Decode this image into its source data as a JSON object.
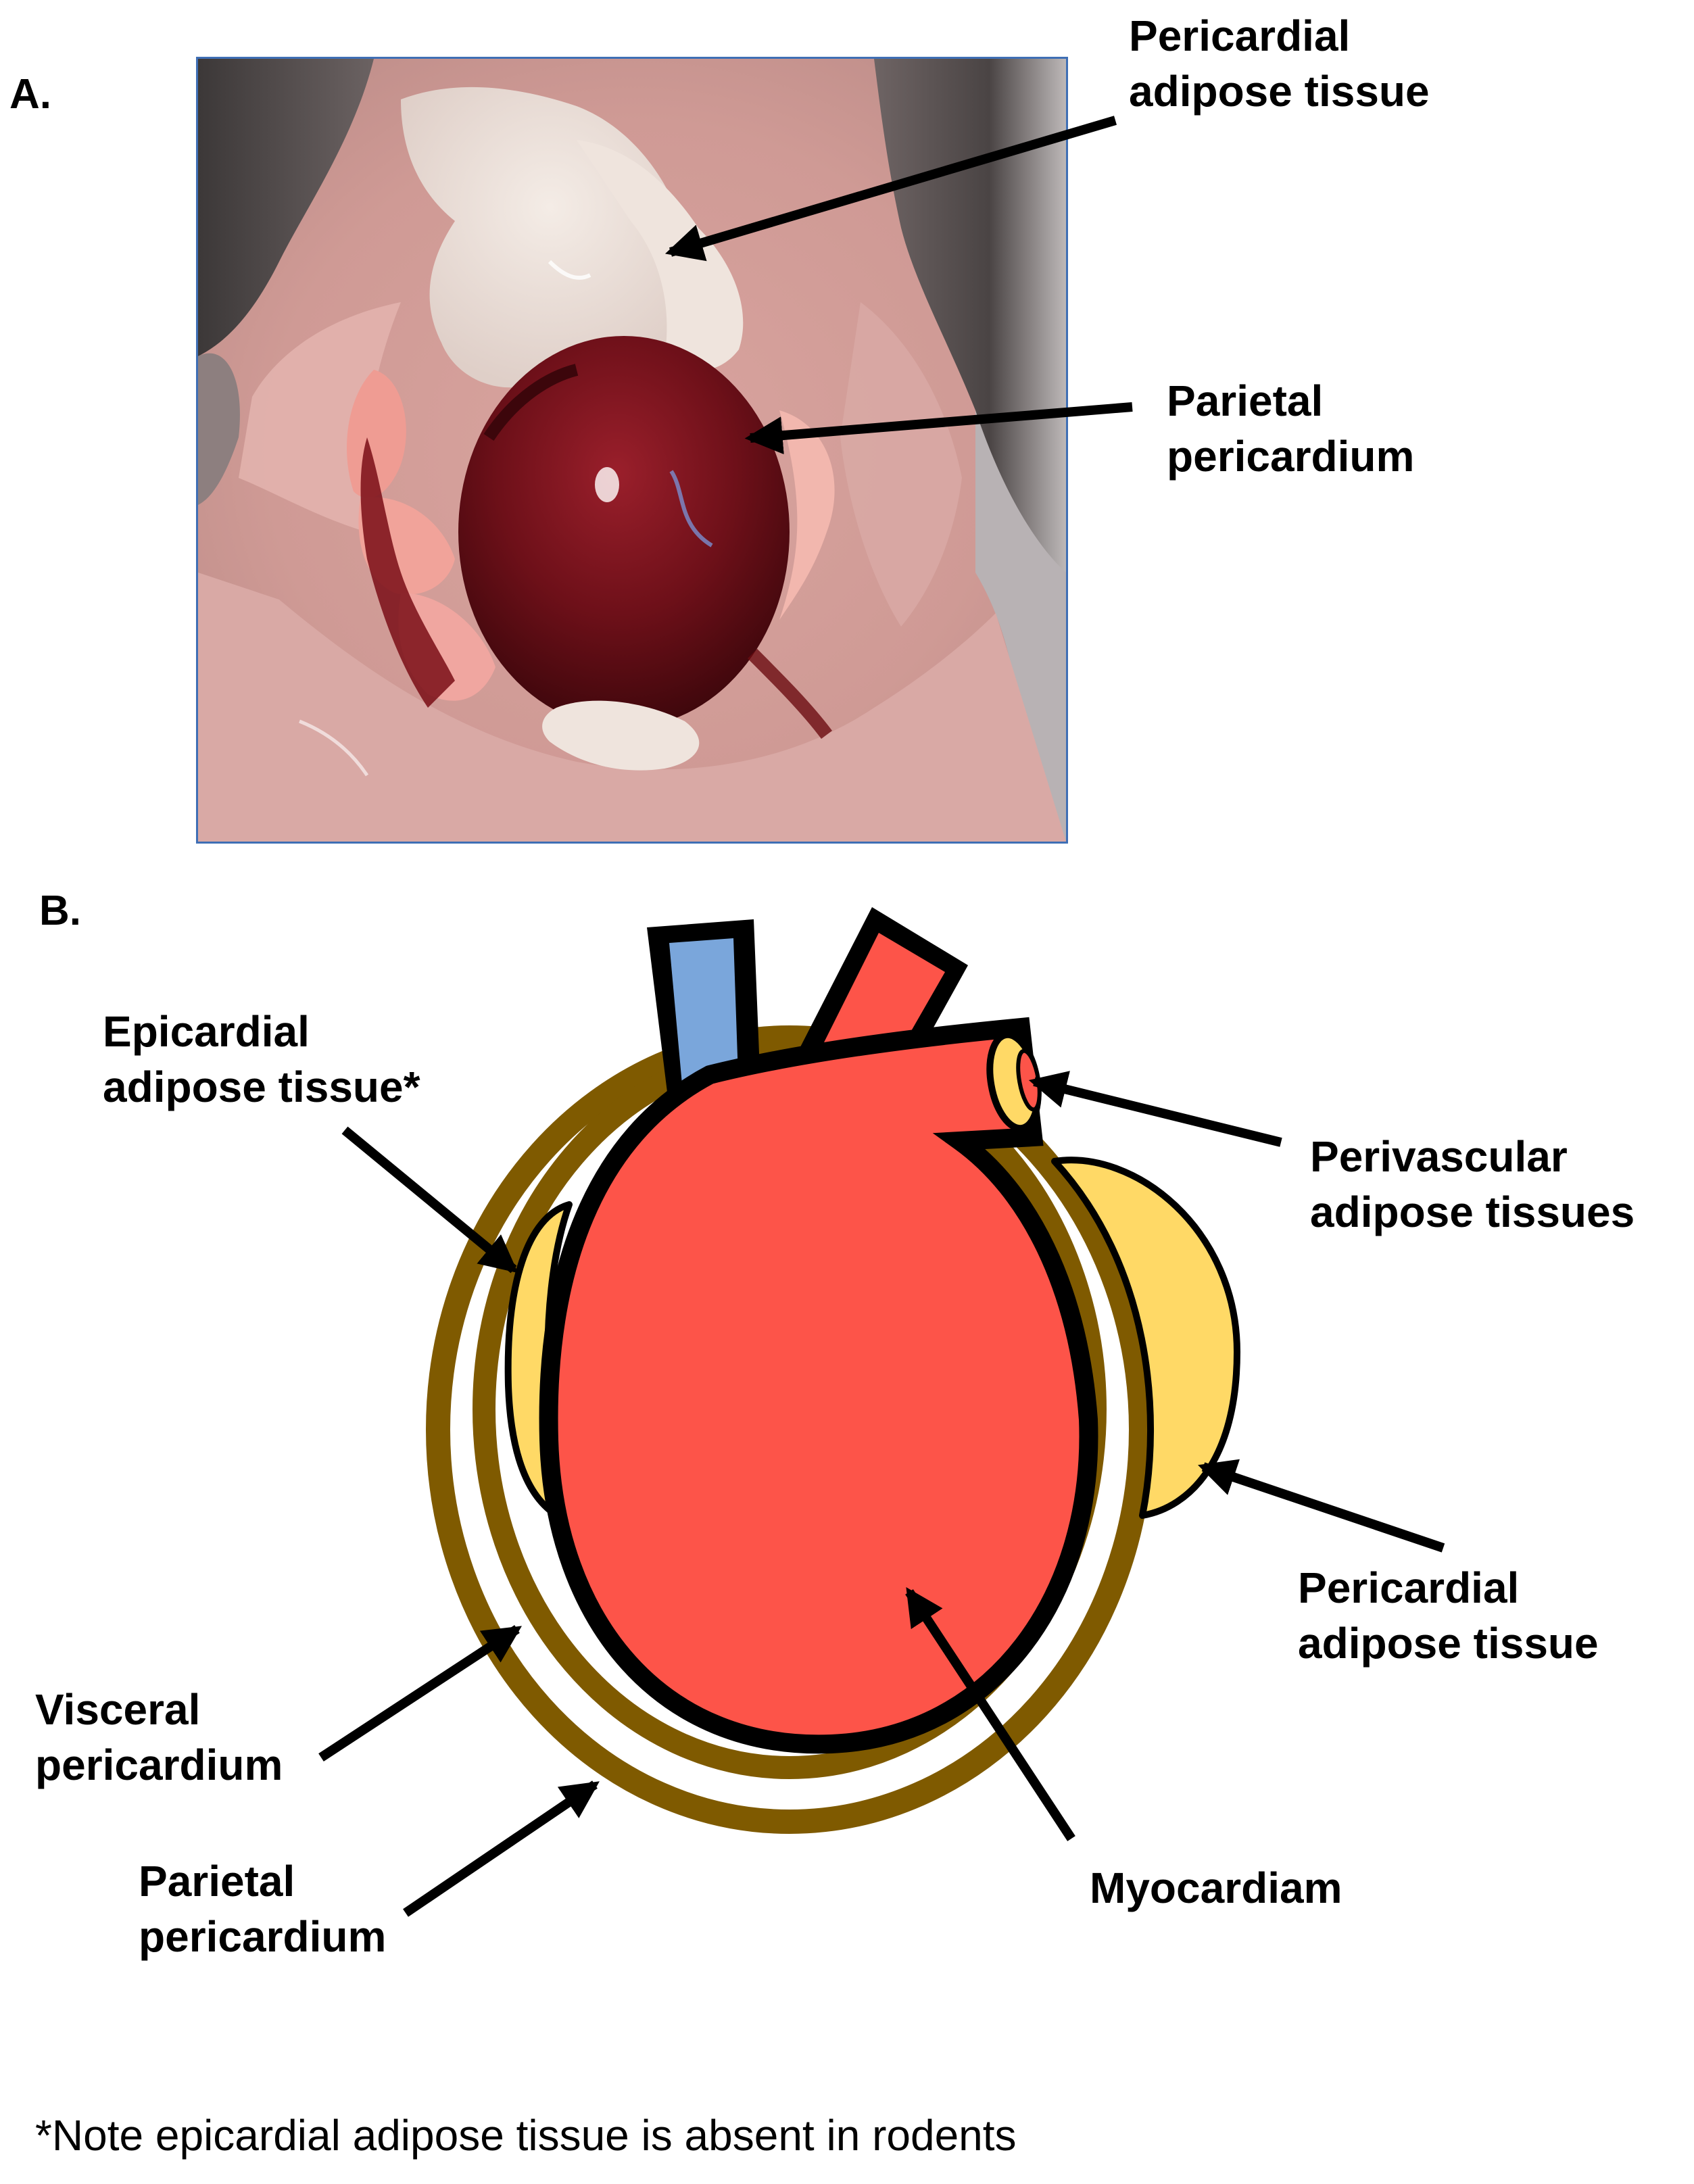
{
  "panel_a": {
    "letter": "A.",
    "labels": {
      "pericardial_adipose": [
        "Pericardial",
        "adipose tissue"
      ],
      "parietal_pericardium": [
        "Parietal",
        "pericardium"
      ]
    }
  },
  "panel_b": {
    "letter": "B.",
    "labels": {
      "epicardial_adipose": [
        "Epicardial",
        "adipose tissue*"
      ],
      "perivascular_adipose": [
        "Perivascular",
        "adipose tissues"
      ],
      "pericardial_adipose": [
        "Pericardial",
        "adipose tissue"
      ],
      "visceral_pericardium": [
        "Visceral",
        "pericardium"
      ],
      "parietal_pericardium": [
        "Parietal",
        "pericardium"
      ],
      "myocardium": "Myocardiam"
    }
  },
  "footnote": "*Note epicardial adipose tissue is absent in rodents",
  "colors": {
    "myocardium": "#fd5449",
    "vein": "#7aa6db",
    "artery": "#fd5449",
    "adipose": "#ffd966",
    "pericardium": "#7f5a00",
    "outline": "#000000",
    "photo_border": "#3f6fb5"
  }
}
